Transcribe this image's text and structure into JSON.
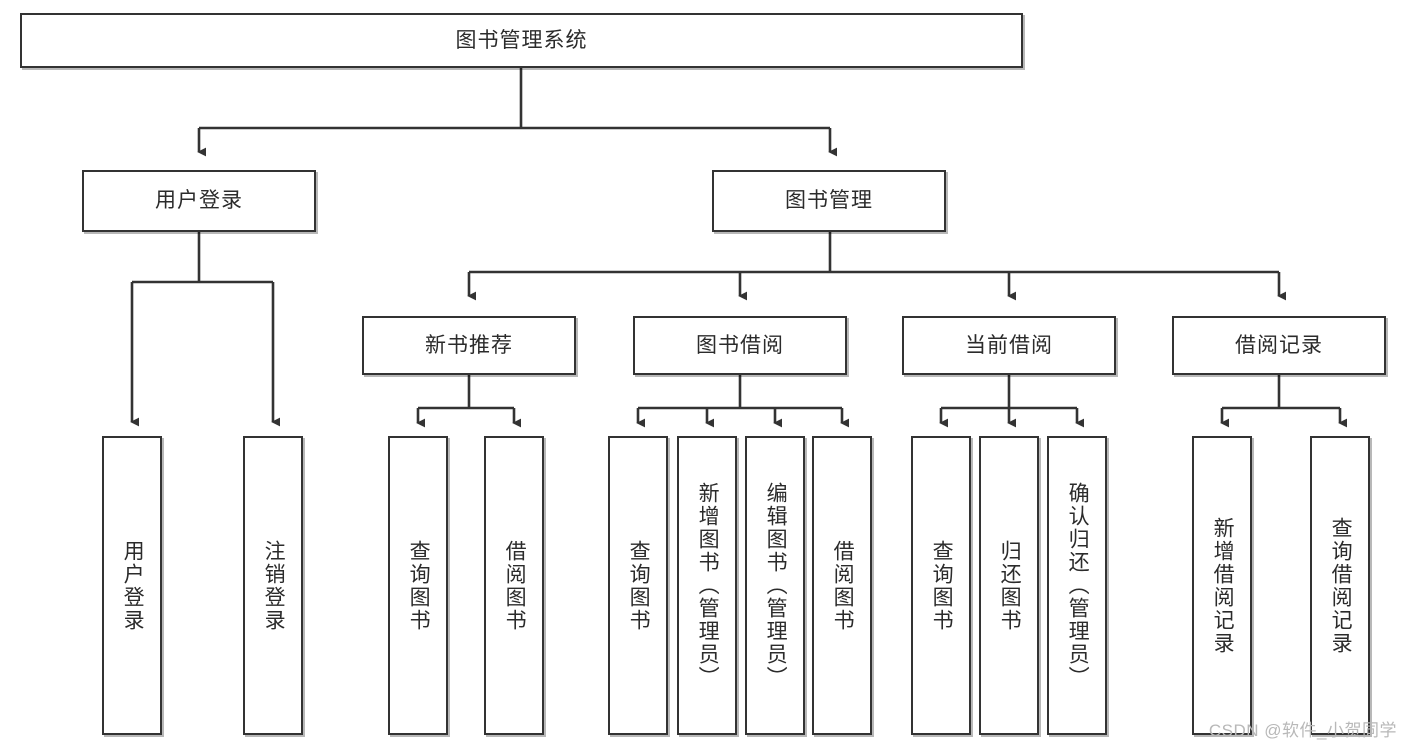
{
  "diagram": {
    "title": "图书管理系统",
    "type": "tree-hierarchy-chart",
    "root": {
      "label": "图书管理系统"
    },
    "level2": [
      {
        "label": "用户登录"
      },
      {
        "label": "图书管理"
      }
    ],
    "level3": [
      {
        "label": "新书推荐"
      },
      {
        "label": "图书借阅"
      },
      {
        "label": "当前借阅"
      },
      {
        "label": "借阅记录"
      }
    ],
    "leaves": {
      "user_login": [
        {
          "label": "用户登录"
        },
        {
          "label": "注销登录"
        }
      ],
      "new_book_recommend": [
        {
          "label": "查询图书"
        },
        {
          "label": "借阅图书"
        }
      ],
      "book_borrow": [
        {
          "label": "查询图书"
        },
        {
          "label": "新增图书（管理员）"
        },
        {
          "label": "编辑图书（管理员）"
        },
        {
          "label": "借阅图书"
        }
      ],
      "current_borrow": [
        {
          "label": "查询图书"
        },
        {
          "label": "归还图书"
        },
        {
          "label": "确认归还（管理员）"
        }
      ],
      "borrow_record": [
        {
          "label": "新增借阅记录"
        },
        {
          "label": "查询借阅记录"
        }
      ]
    }
  },
  "watermark": {
    "text": "CSDN @软件_小贺同学"
  },
  "colors": {
    "box_border": "#333333",
    "box_fill": "#ffffff",
    "text": "#2b2b2b",
    "connector": "#333333",
    "watermark": "#b8b8b8"
  }
}
